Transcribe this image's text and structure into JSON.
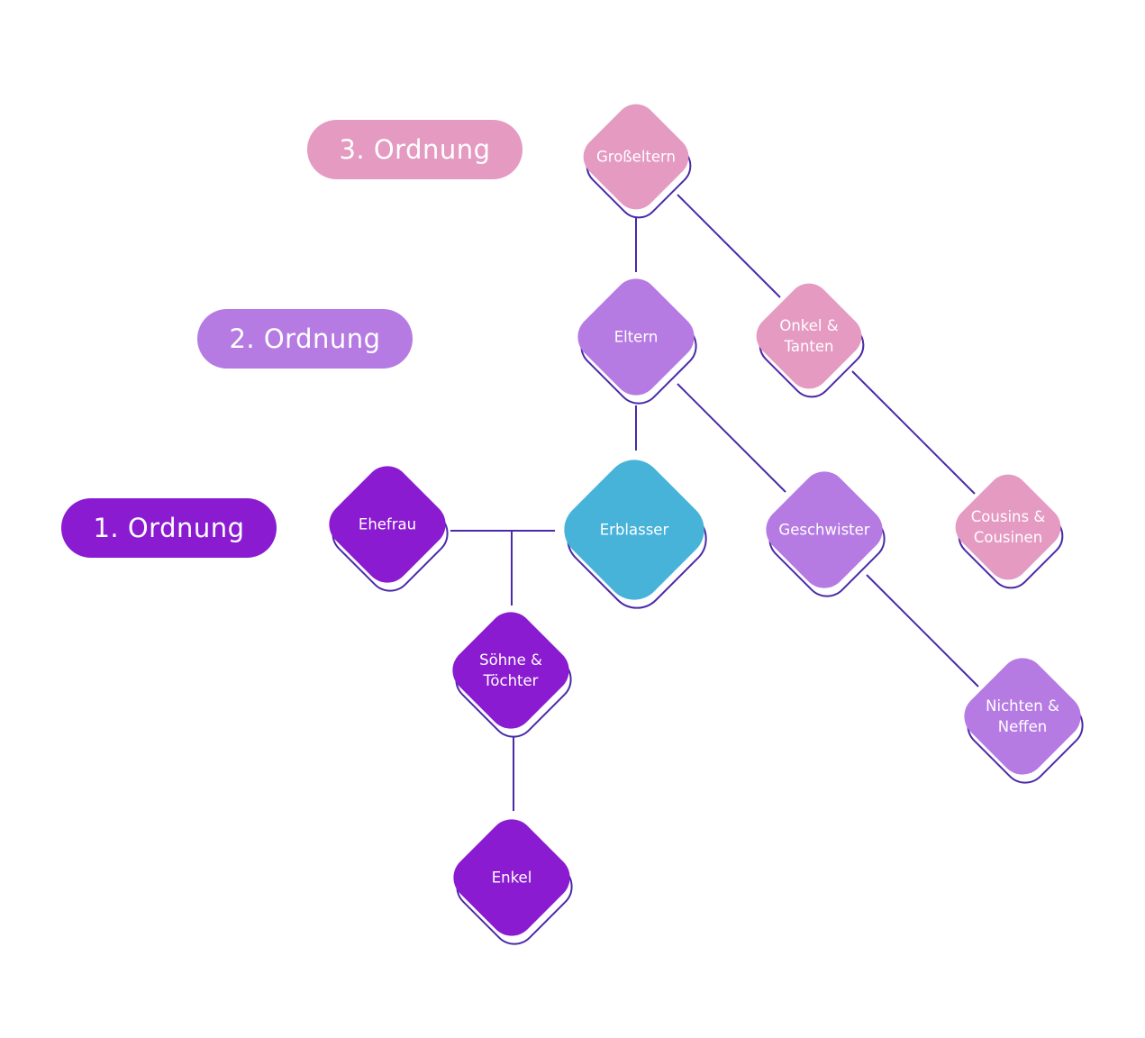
{
  "colors": {
    "order1": "#8a1bd1",
    "order2": "#b57be3",
    "order3": "#e59ac2",
    "erblasser": "#48b3d9",
    "line": "#4a2aa8"
  },
  "orders": [
    {
      "id": "order-3",
      "label": "3. Ordnung"
    },
    {
      "id": "order-2",
      "label": "2. Ordnung"
    },
    {
      "id": "order-1",
      "label": "1. Ordnung"
    }
  ],
  "nodes": {
    "grosseltern": {
      "line1": "Großeltern",
      "line2": ""
    },
    "eltern": {
      "line1": "Eltern",
      "line2": ""
    },
    "onkel_tanten": {
      "line1": "Onkel &",
      "line2": "Tanten"
    },
    "ehefrau": {
      "line1": "Ehefrau",
      "line2": ""
    },
    "erblasser": {
      "line1": "Erblasser",
      "line2": ""
    },
    "geschwister": {
      "line1": "Geschwister",
      "line2": ""
    },
    "cousins": {
      "line1": "Cousins &",
      "line2": "Cousinen"
    },
    "soehne_toechter": {
      "line1": "Söhne &",
      "line2": "Töchter"
    },
    "nichten_neffen": {
      "line1": "Nichten &",
      "line2": "Neffen"
    },
    "enkel": {
      "line1": "Enkel",
      "line2": ""
    }
  }
}
